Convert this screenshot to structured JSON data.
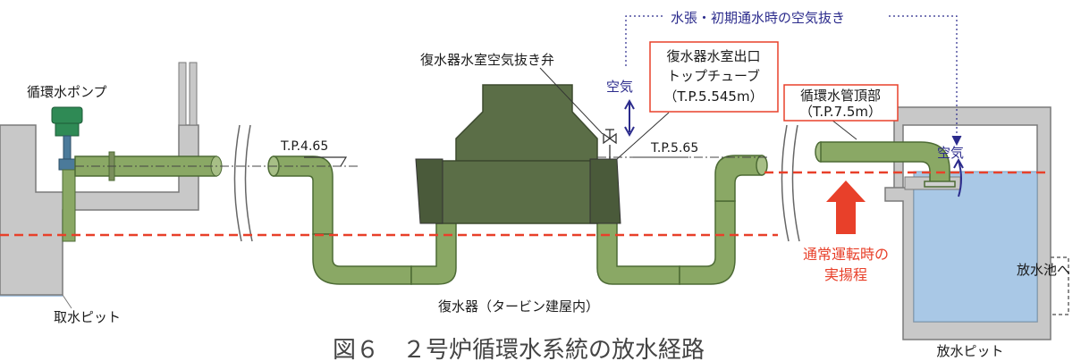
{
  "labels": {
    "pump": "循環水ポンプ",
    "intake_pit": "取水ピット",
    "tp_465": "T.P.4.65",
    "vent_valve": "復水器水室空気抜き弁",
    "air_left": "空気",
    "box_outlet_line1": "復水器水室出口",
    "box_outlet_line2": "トップチューブ",
    "box_outlet_line3": "（T.P.5.545m）",
    "tp_565": "T.P.5.65",
    "box_top_line1": "循環水管頂部",
    "box_top_line2": "（T.P.7.5m）",
    "filling_note": "水張・初期通水時の空気抜き",
    "air_right": "空気",
    "head_line1": "通常運転時の",
    "head_line2": "実揚程",
    "condenser": "復水器（タービン建屋内）",
    "to_pond": "放水池へ",
    "discharge_pit": "放水ピット",
    "caption": "図６　２号炉循環水系統の放水経路"
  },
  "colors": {
    "pipe": "#8aa865",
    "pipe_edge": "#4d6b35",
    "condenser": "#5b6e47",
    "pump": "#2f8a55",
    "concrete": "#c8c8c8",
    "water": "#a9c8e6",
    "red": "#e8402a",
    "air_blue": "#2b2b8c"
  }
}
